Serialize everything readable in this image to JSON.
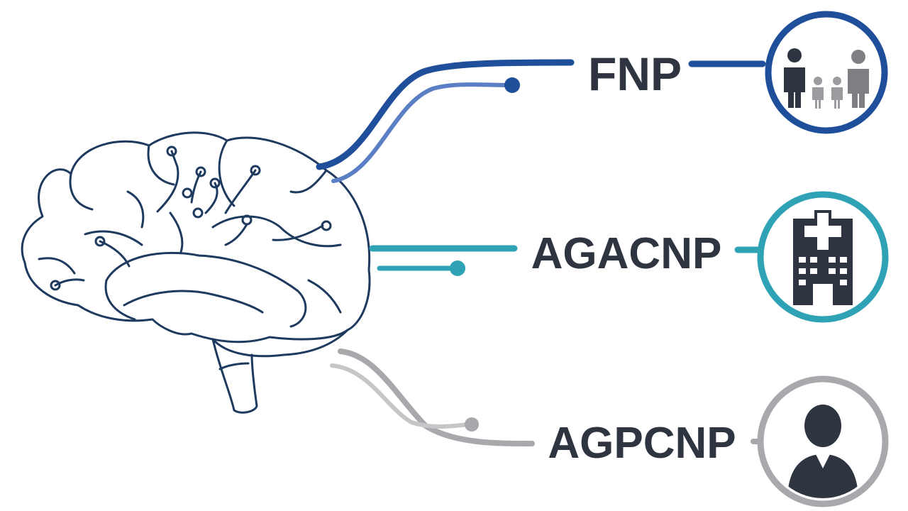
{
  "roles": [
    {
      "label": "FNP",
      "icon": "family-icon",
      "color": "#1f4e9a",
      "color_light": "#5b7fc4"
    },
    {
      "label": "AGACNP",
      "icon": "hospital-icon",
      "color": "#2fa3b5",
      "color_light": "#2fa3b5"
    },
    {
      "label": "AGPCNP",
      "icon": "person-icon",
      "color": "#a7a9ac",
      "color_light": "#a7a9ac"
    }
  ],
  "central_icon": "brain-icon",
  "colors": {
    "outline": "#1e3a5f",
    "text": "#2e3540",
    "icon_fill": "#2e3540"
  }
}
